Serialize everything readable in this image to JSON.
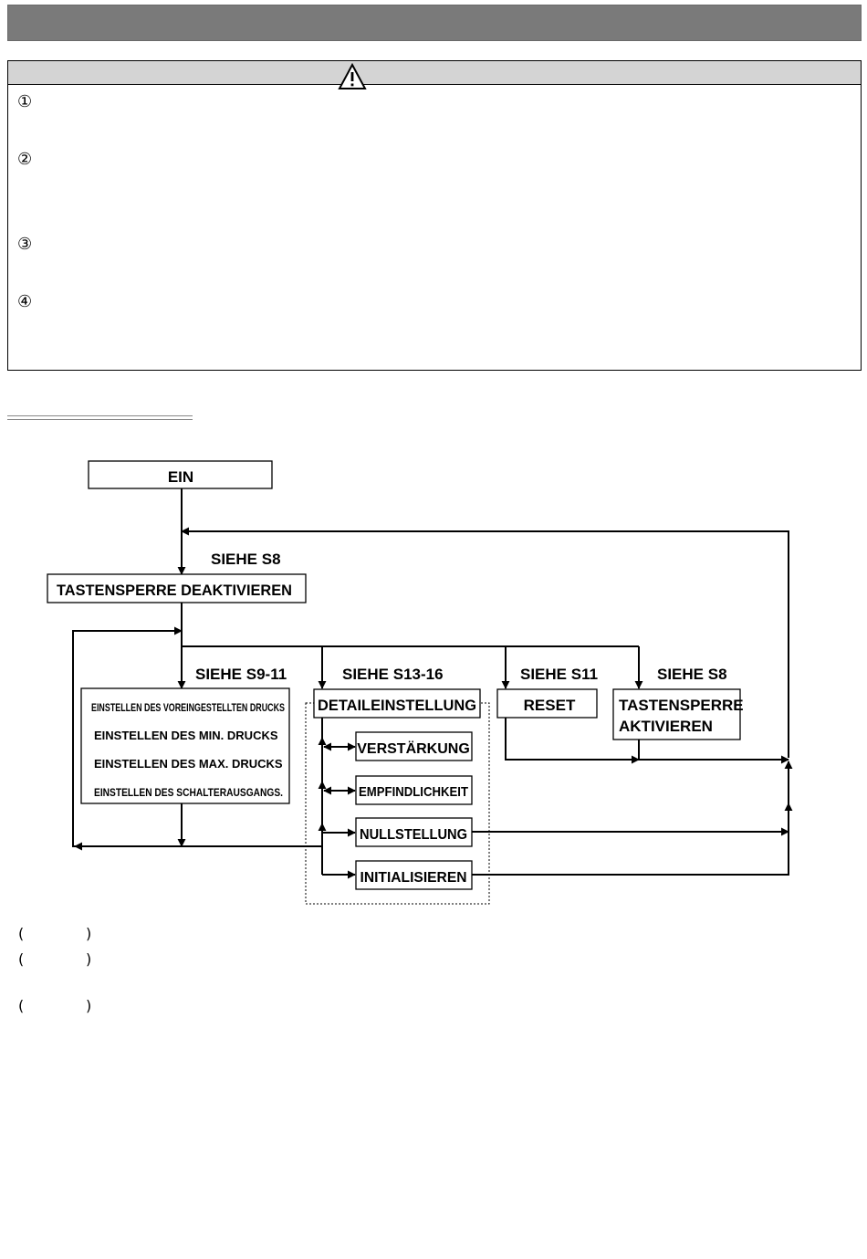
{
  "warning": {
    "icon": "warning-triangle-icon",
    "markers": [
      "①",
      "②",
      "③",
      "④"
    ]
  },
  "flowchart": {
    "nodes": {
      "ein": "EIN",
      "tastensperre_deaktivieren": "TASTENSPERRE DEAKTIVIEREN",
      "settings": [
        "EINSTELLEN DES VOREINGESTELLTEN DRUCKS",
        "EINSTELLEN DES MIN. DRUCKS",
        "EINSTELLEN DES MAX. DRUCKS",
        "EINSTELLEN DES SCHALTERAUSGANGS."
      ],
      "detaileinstellung": "DETAILEINSTELLUNG",
      "reset": "RESET",
      "tastensperre_aktivieren": [
        "TASTENSPERRE",
        "AKTIVIEREN"
      ],
      "verstaerkung": "VERSTÄRKUNG",
      "empfindlichkeit": "EMPFINDLICHKEIT",
      "nullstellung": "NULLSTELLUNG",
      "initialisieren": "INITIALISIEREN"
    },
    "refs": {
      "s8_top": "SIEHE S8",
      "s9_11": "SIEHE S9-11",
      "s13_16": "SIEHE S13-16",
      "s11": "SIEHE S11",
      "s8_right": "SIEHE S8"
    }
  },
  "notes": {
    "open": "(",
    "close": ")"
  }
}
